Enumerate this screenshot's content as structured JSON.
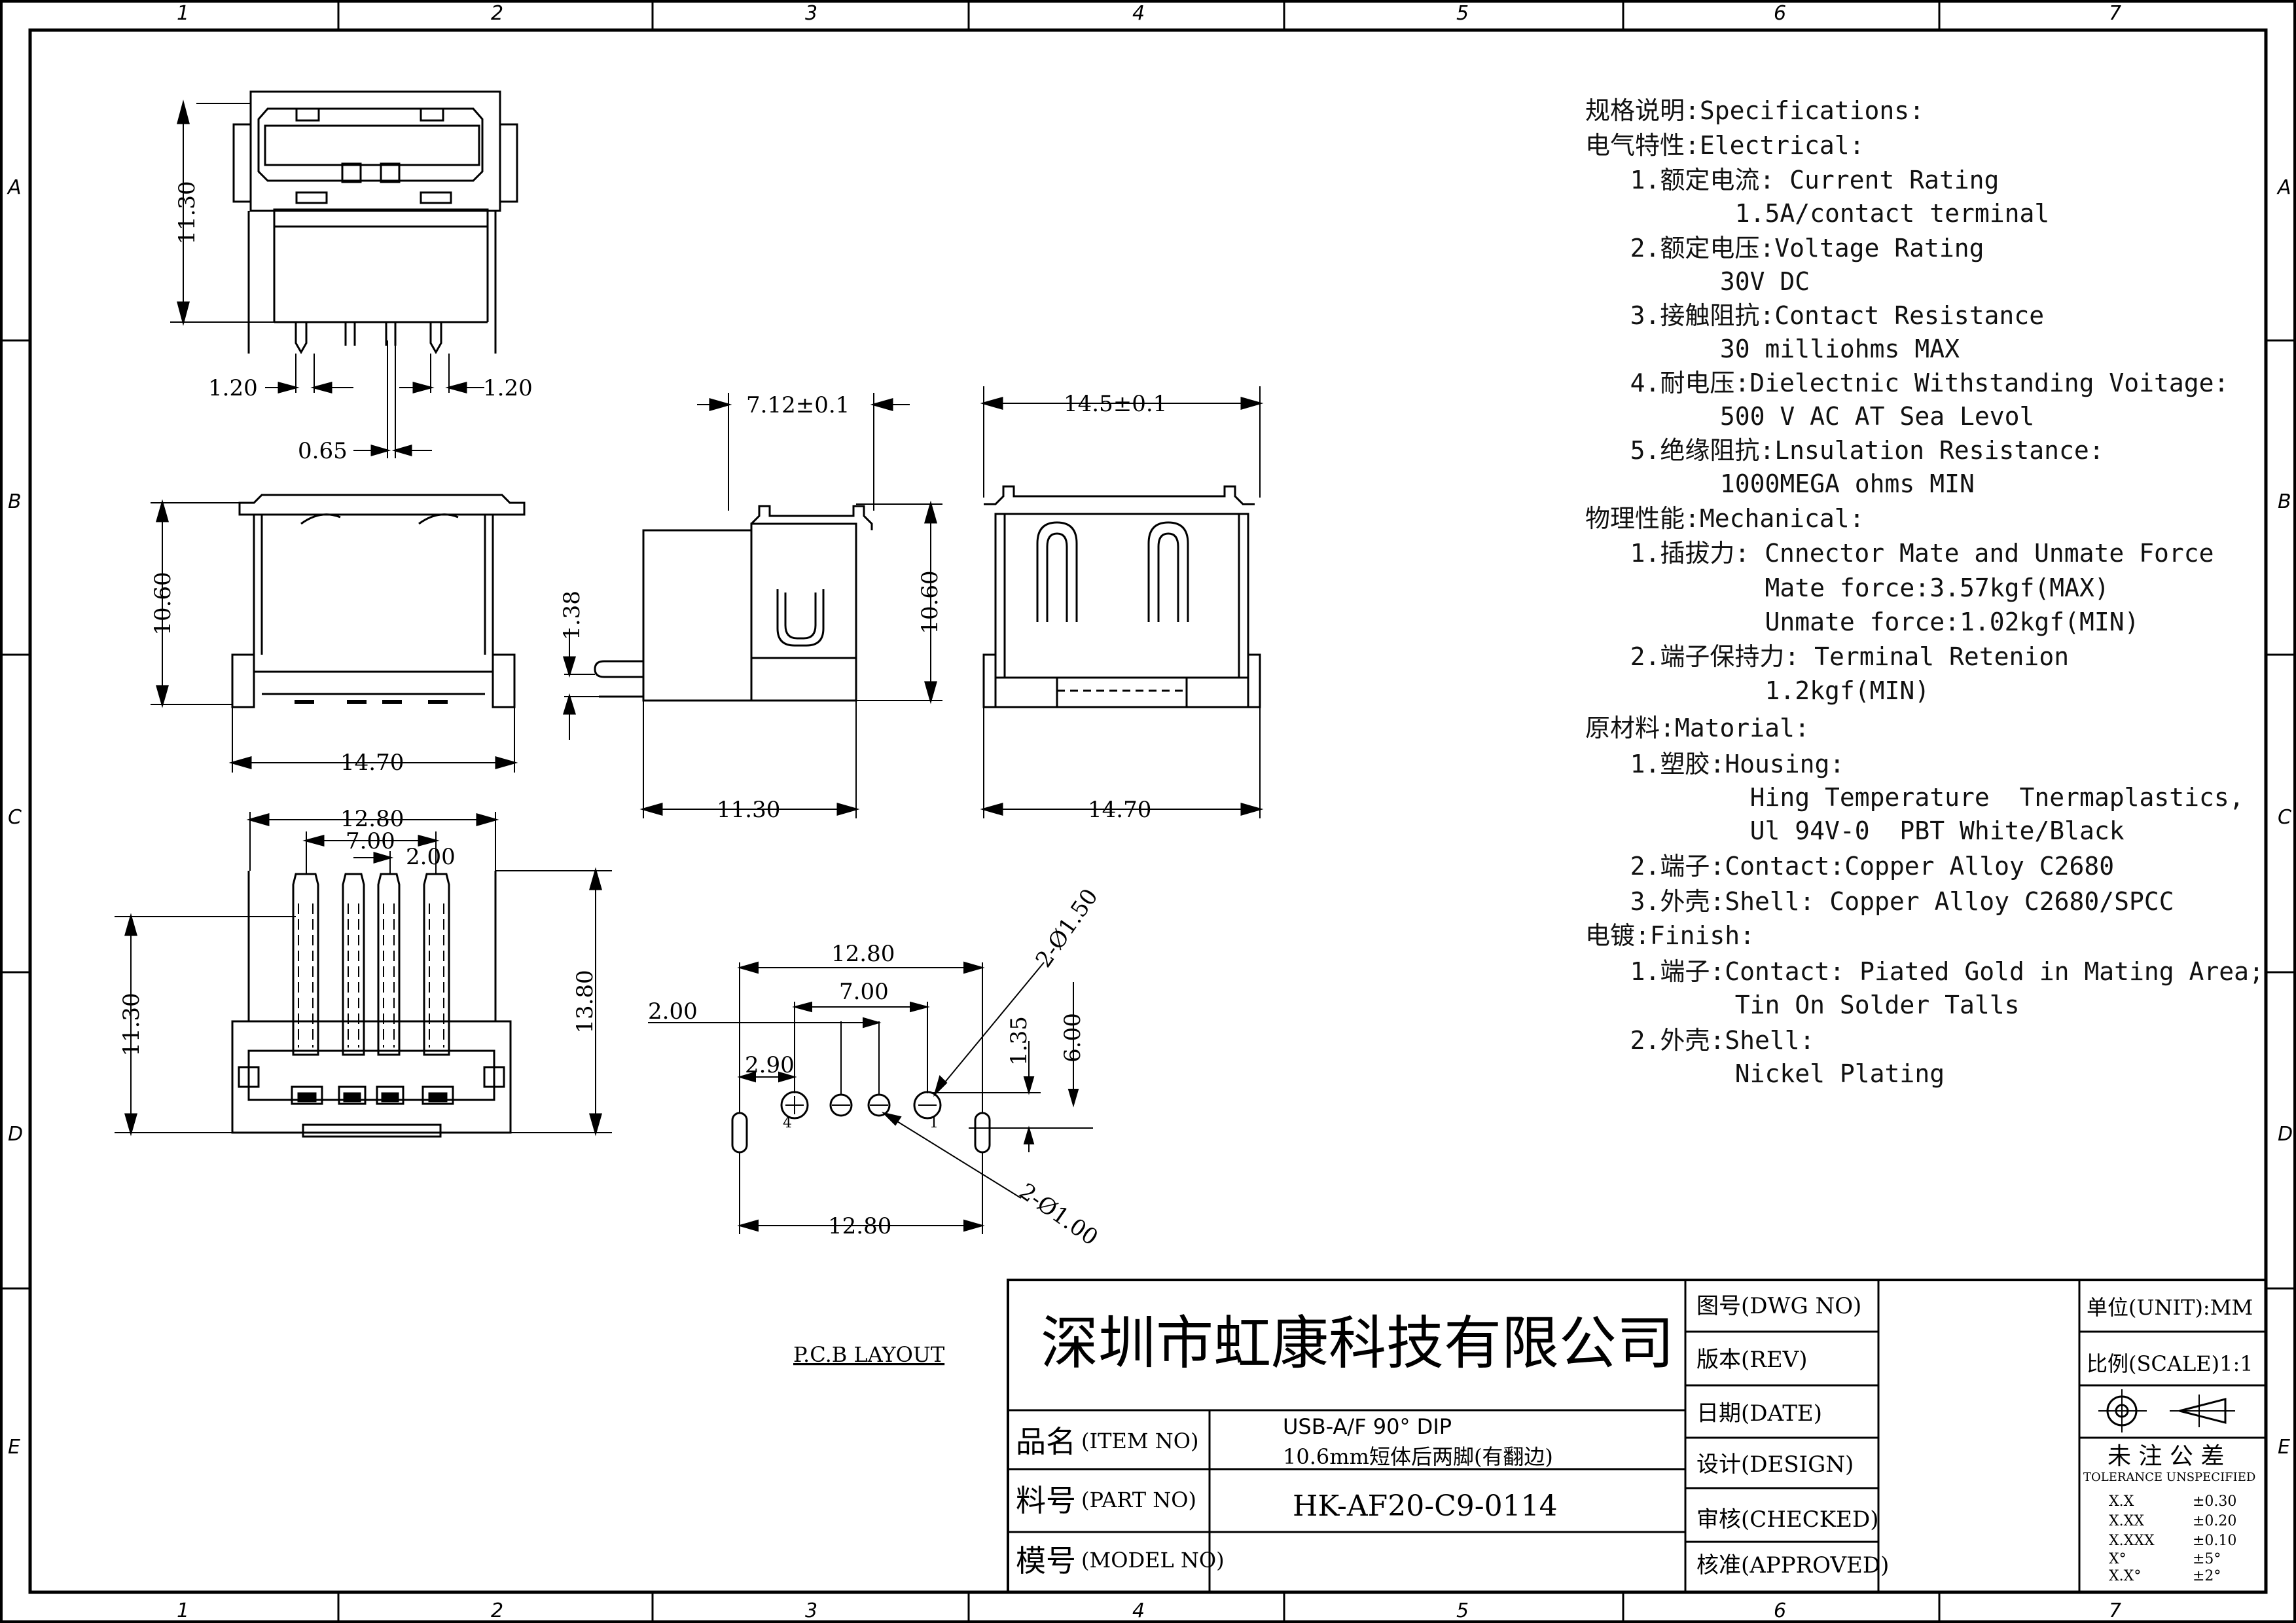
{
  "zones": {
    "columns": [
      "1",
      "2",
      "3",
      "4",
      "5",
      "6",
      "7"
    ],
    "rows": [
      "A",
      "B",
      "C",
      "D",
      "E"
    ]
  },
  "dims": {
    "front_h": "11.30",
    "pin_w_l": "1.20",
    "pin_w_r": "1.20",
    "pin_pitch": "0.65",
    "side_h": "10.60",
    "body_w": "14.70",
    "side_top": "7.12±0.1",
    "side_pin": "1.38",
    "side_len": "11.30",
    "rear_top": "14.5±0.1",
    "rear_h": "10.60",
    "rear_w": "14.70",
    "bot_w": "12.80",
    "bot_in": "7.00",
    "bot_pitch": "2.00",
    "bot_h": "11.30",
    "bot_total": "13.80",
    "pcb_w": "12.80",
    "pcb_in": "7.00",
    "pcb_off": "2.00",
    "pcb_290": "2.90",
    "pcb_135": "1.35",
    "pcb_600": "6.00",
    "pcb_bottom": "12.80",
    "hole_big": "2-Ø1.50",
    "hole_small": "2-Ø1.00",
    "pin_4": "4",
    "pin_1": "1",
    "pcb_label": "P.C.B LAYOUT"
  },
  "specs": [
    "规格说明:Specifications:",
    "电气特性:Electrical:",
    "   1.额定电流: Current Rating",
    "          1.5A/contact terminal",
    "   2.额定电压:Voltage Rating",
    "         30V DC",
    "   3.接触阻抗:Contact Resistance",
    "         30 milliohms MAX",
    "   4.耐电压:Dielectnic Withstanding Voitage:",
    "         500 V AC AT Sea Levol",
    "   5.绝缘阻抗:Lnsulation Resistance:",
    "         1000MEGA ohms MIN",
    "物理性能:Mechanical:",
    "   1.插拔力: Cnnector Mate and Unmate Force",
    "            Mate force:3.57kgf(MAX)",
    "            Unmate force:1.02kgf(MIN)",
    "   2.端子保持力: Terminal Retenion",
    "            1.2kgf(MIN)",
    "原材料:Matorial:",
    "   1.塑胶:Housing:",
    "           Hing Temperature  Tnermaplastics,",
    "           Ul 94V-0  PBT White/Black",
    "   2.端子:Contact:Copper Alloy C2680",
    "   3.外壳:Shell: Copper Alloy C2680/SPCC",
    "电镀:Finish:",
    "   1.端子:Contact: Piated Gold in Mating Area;",
    "          Tin On Solder Talls",
    "   2.外壳:Shell:",
    "          Nickel Plating"
  ],
  "title_block": {
    "company": "深圳市虹康科技有限公司",
    "item_label": "品名",
    "item_label_en": "(ITEM NO)",
    "item_value_1": "USB-A/F 90° DIP",
    "item_value_2": "10.6mm短体后两脚(有翻边)",
    "part_label": "料号",
    "part_label_en": "(PART NO)",
    "part_value": "HK-AF20-C9-0114",
    "model_label": "模号",
    "model_label_en": "(MODEL NO)",
    "dwg_label": "图号(DWG NO)",
    "rev_label": "版本(REV)",
    "date_label": "日期(DATE)",
    "design_label": "设计(DESIGN)",
    "checked_label": "审核(CHECKED)",
    "approved_label": "核准(APPROVED)",
    "unit": "单位(UNIT):MM",
    "scale": "比例(SCALE)1:1",
    "tol_title": "未 注 公 差",
    "tol_sub": "TOLERANCE UNSPECIFIED",
    "tol_rows": [
      [
        "X.X",
        "±0.30"
      ],
      [
        "X.XX",
        "±0.20"
      ],
      [
        "X.XXX",
        "±0.10"
      ],
      [
        "X°",
        "±5°"
      ],
      [
        "X.X°",
        "±2°"
      ]
    ]
  }
}
